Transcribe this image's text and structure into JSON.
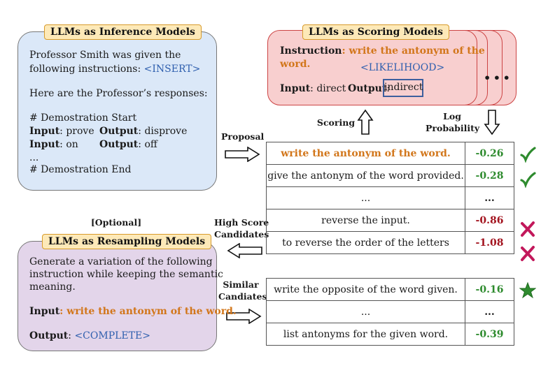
{
  "inference": {
    "title": "LLMs as Inference Models",
    "line1": "Professor Smith was given the",
    "line2_prefix": "following instructions: ",
    "insert": "<INSERT>",
    "line3": "Here are the Professor’s responses:",
    "demo_start": "# Demostration Start",
    "ex1_in_label": "Input",
    "ex1_in": ": prove",
    "ex1_out_label": "Output",
    "ex1_out": ": disprove",
    "ex2_in_label": "Input",
    "ex2_in": ": on",
    "ex2_out_label": "Output",
    "ex2_out": ": off",
    "ellipsis": "...",
    "demo_end": "# Demostration End"
  },
  "scoring": {
    "title": "LLMs as Scoring Models",
    "instr_label": "Instruction",
    "instr_colon": ": ",
    "instr_text1": "write the antonym of the",
    "instr_text2": "word.",
    "likelihood": "<LIKELIHOOD>",
    "input_label": "Input",
    "input_val": ": direct",
    "output_label": "Output",
    "output_colon": ":",
    "output_val": "indirect",
    "more": "• • •"
  },
  "resampling": {
    "optional": "[Optional]",
    "title": "LLMs as Resampling Models",
    "line1": "Generate a variation of the following",
    "line2": "instruction while keeping the semantic",
    "line3": "meaning.",
    "input_label": "Input",
    "input_colon": ": ",
    "input_val": "write the antonym of the word.",
    "output_label": "Output",
    "output_colon": ": ",
    "output_val": "<COMPLETE>"
  },
  "labels": {
    "proposal": "Proposal",
    "scoring": "Scoring",
    "log_prob_1": "Log",
    "log_prob_2": "Probability",
    "high_score_1": "High Score",
    "high_score_2": "Candidates",
    "similar_1": "Similar",
    "similar_2": "Candiates"
  },
  "candidates_top": [
    {
      "text": "write the antonym of the word.",
      "score": "-0.26",
      "mark": "check",
      "highlight": true
    },
    {
      "text": "give the antonym of the word provided.",
      "score": "-0.28",
      "mark": "check"
    },
    {
      "text": "...",
      "score": "...",
      "mark": ""
    },
    {
      "text": "reverse the input.",
      "score": "-0.86",
      "mark": "cross"
    },
    {
      "text": "to reverse the order of the letters",
      "score": "-1.08",
      "mark": "cross"
    }
  ],
  "candidates_bottom": [
    {
      "text": "write the opposite of the word given.",
      "score": "-0.16",
      "mark": "star"
    },
    {
      "text": "...",
      "score": "...",
      "mark": ""
    },
    {
      "text": "list antonyms for the given word.",
      "score": "-0.39",
      "mark": ""
    }
  ],
  "colors": {
    "inference_bg": "#dbe8f8",
    "scoring_bg": "#f8cfcf",
    "resampling_bg": "#e3d5ea",
    "tag_bg": "#fde9b8",
    "positive": "#2e8b2e",
    "negative": "#a3141f",
    "highlight": "#d2761a"
  }
}
